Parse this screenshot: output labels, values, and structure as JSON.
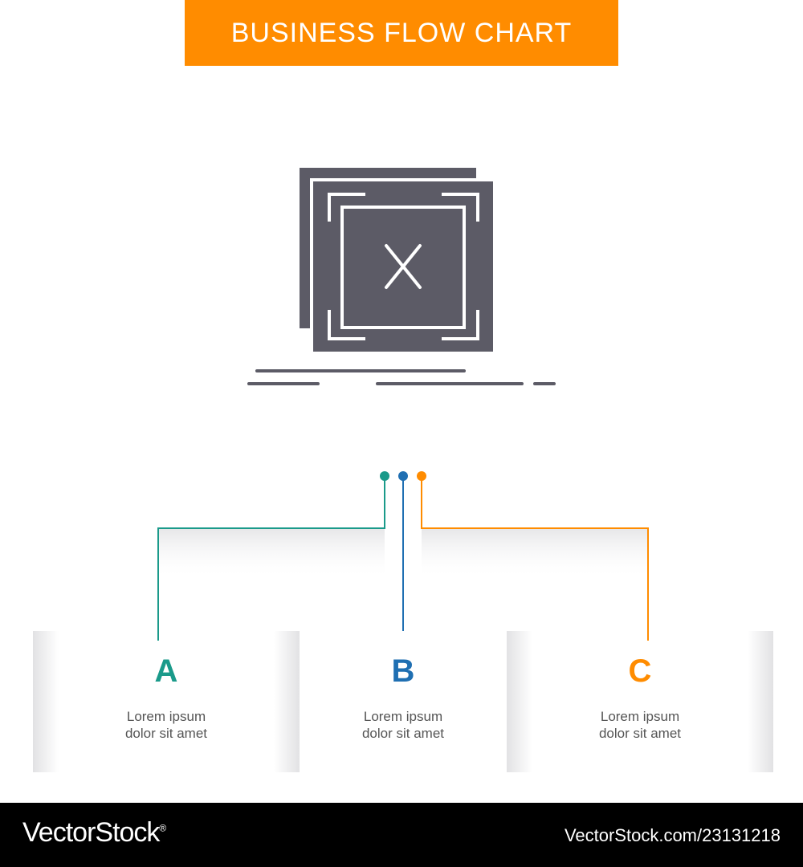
{
  "title": "BUSINESS FLOW CHART",
  "colors": {
    "accent": "#ff8c00",
    "icon": "#5c5b66",
    "option_a": "#1a9a8a",
    "option_b": "#1f6fb2",
    "option_c": "#ff8c00",
    "body_text": "#555555"
  },
  "icon": {
    "name": "close-window-icon",
    "glyph": "X"
  },
  "options": [
    {
      "letter": "A",
      "line1": "Lorem ipsum",
      "line2": "dolor sit amet"
    },
    {
      "letter": "B",
      "line1": "Lorem ipsum",
      "line2": "dolor sit amet"
    },
    {
      "letter": "C",
      "line1": "Lorem ipsum",
      "line2": "dolor sit amet"
    }
  ],
  "footer": {
    "brand": "VectorStock",
    "registered": "®",
    "id": "VectorStock.com/23131218"
  }
}
